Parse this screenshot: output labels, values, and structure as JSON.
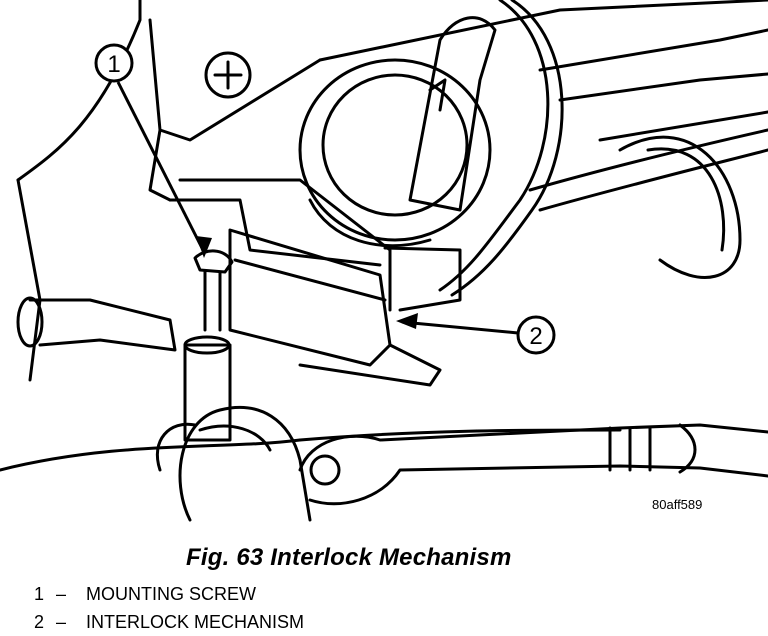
{
  "callouts": [
    {
      "number": "1"
    },
    {
      "number": "2"
    }
  ],
  "figure_id": "80aff589",
  "caption": "Fig. 63 Interlock Mechanism",
  "legend": [
    {
      "number": "1",
      "separator": "–",
      "label": "MOUNTING SCREW"
    },
    {
      "number": "2",
      "separator": "–",
      "label": "INTERLOCK MECHANISM"
    }
  ]
}
